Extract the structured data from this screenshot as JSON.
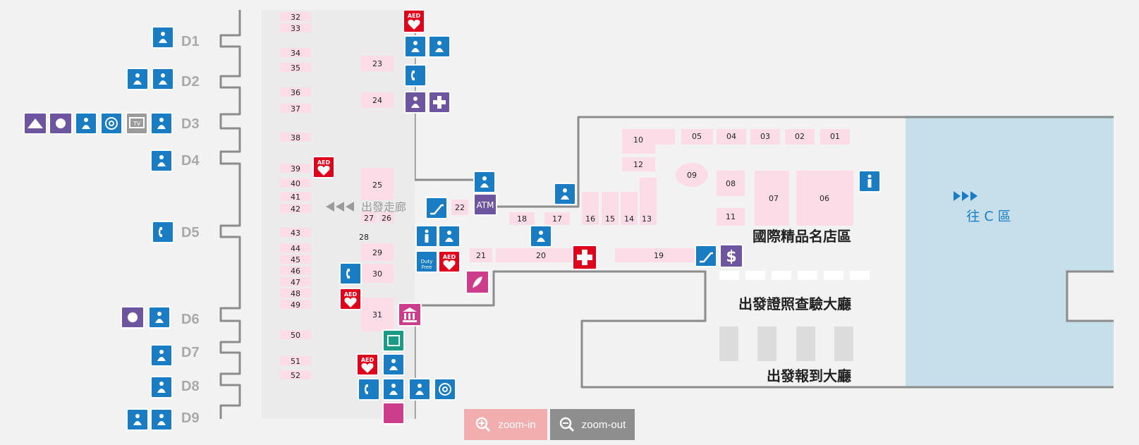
{
  "gates": [
    "D1",
    "D2",
    "D3",
    "D4",
    "D5",
    "D6",
    "D7",
    "D8",
    "D9"
  ],
  "shop_numbers": [
    "32",
    "33",
    "34",
    "35",
    "36",
    "37",
    "38",
    "39",
    "40",
    "41",
    "42",
    "43",
    "44",
    "45",
    "46",
    "47",
    "48",
    "49",
    "50",
    "51",
    "52",
    "23",
    "24",
    "25",
    "27",
    "26",
    "28",
    "29",
    "30",
    "31",
    "22",
    "18",
    "17",
    "16",
    "15",
    "14",
    "13",
    "21",
    "20",
    "19",
    "10",
    "05",
    "04",
    "03",
    "02",
    "01",
    "12",
    "09",
    "08",
    "07",
    "06",
    "11"
  ],
  "labels": {
    "corridor": "出發走廊",
    "boutique": "國際精品名店區",
    "passport": "出發證照查驗大廳",
    "checkin": "出發報到大廳",
    "to_c": "往 C 區"
  },
  "icon_text": {
    "aed": "AED",
    "atm": "ATM",
    "tv": "TV",
    "duty_free_1": "Duty",
    "duty_free_2": "Free"
  },
  "controls": {
    "zoom_in": "zoom-in",
    "zoom_out": "zoom-out"
  },
  "colors": {
    "blue": "#1a7dc3",
    "purple": "#6e55a0",
    "red": "#e0001b",
    "magenta": "#cc3d8c",
    "teal": "#1a9b86",
    "shop": "#fbdce7",
    "zone_c": "#c6dfeb",
    "wall": "#8c8c8c"
  }
}
